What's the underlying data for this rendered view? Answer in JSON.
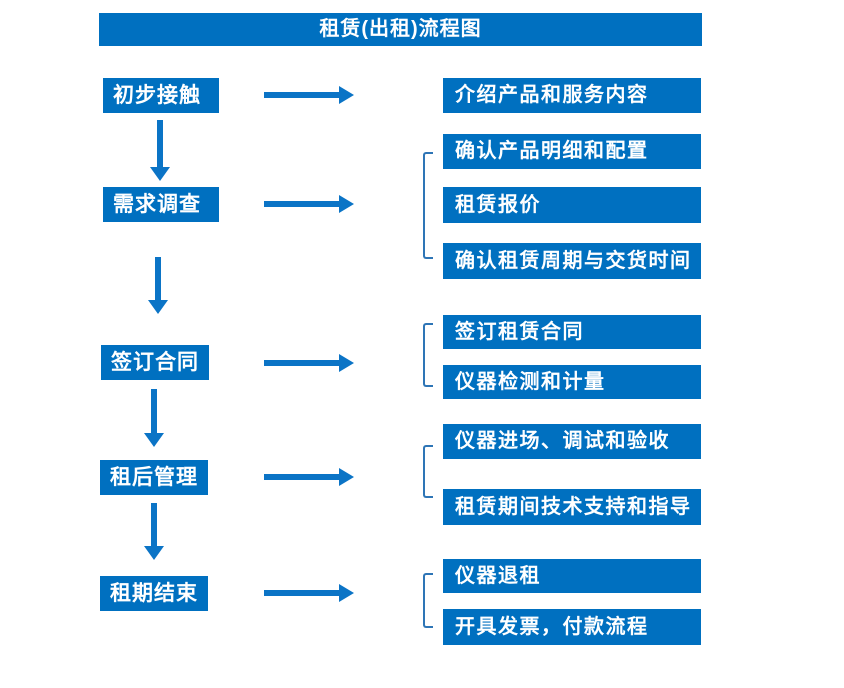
{
  "title": "租赁(出租)流程图",
  "colors": {
    "box_blue": "#0070C0",
    "arrow_blue": "#0B74C6",
    "bracket_blue": "#2E75B6",
    "text_on_blue": "#FFFFFF",
    "background": "#FFFFFF"
  },
  "steps": [
    {
      "label": "初步接触",
      "outputs": [
        "介绍产品和服务内容"
      ]
    },
    {
      "label": "需求调查",
      "outputs": [
        "确认产品明细和配置",
        "租赁报价",
        "确认租赁周期与交货时间"
      ]
    },
    {
      "label": "签订合同",
      "outputs": [
        "签订租赁合同",
        "仪器检测和计量"
      ]
    },
    {
      "label": "租后管理",
      "outputs": [
        "仪器进场、调试和验收",
        "租赁期间技术支持和指导"
      ]
    },
    {
      "label": "租期结束",
      "outputs": [
        "仪器退租",
        "开具发票，付款流程"
      ]
    }
  ]
}
